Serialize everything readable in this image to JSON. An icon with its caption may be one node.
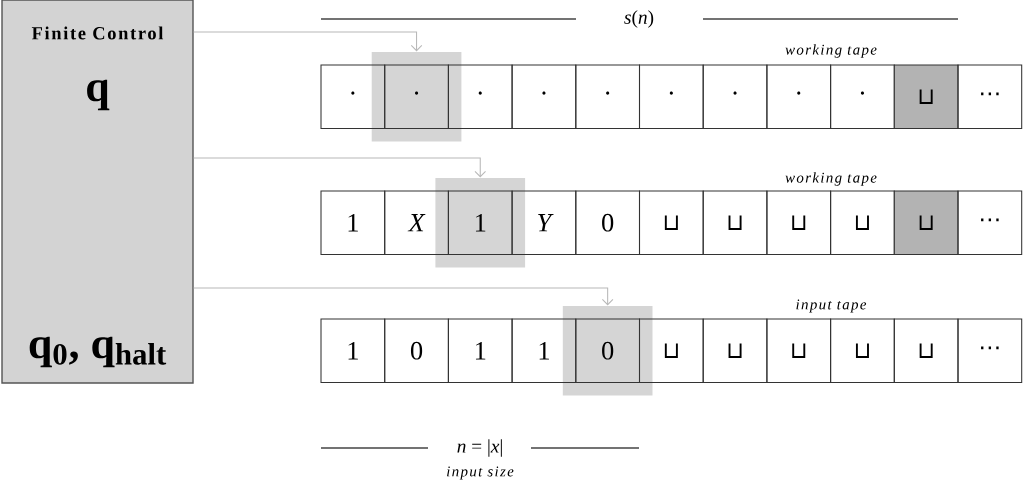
{
  "diagram": {
    "nodes": [
      {
        "text": [
          "Finite Control",
          "q",
          "q$_{0}$, q$_{halt}$"
        ]
      },
      {
        "text": [
          "·"
        ]
      },
      {
        "text": [
          "·"
        ]
      },
      {
        "text": [
          "·"
        ]
      },
      {
        "text": [
          "·"
        ]
      },
      {
        "text": [
          "·"
        ]
      },
      {
        "text": [
          "·"
        ]
      },
      {
        "text": [
          "·"
        ]
      },
      {
        "text": [
          "·"
        ]
      },
      {
        "text": [
          "·"
        ]
      },
      {
        "text": [
          "⊔"
        ]
      },
      {
        "text": [
          "⋯"
        ]
      },
      {
        "text": [
          "1"
        ]
      },
      {
        "text": [
          "X"
        ]
      },
      {
        "text": [
          "1"
        ]
      },
      {
        "text": [
          "Y"
        ]
      },
      {
        "text": [
          "0"
        ]
      },
      {
        "text": [
          "⊔"
        ]
      },
      {
        "text": [
          "⊔"
        ]
      },
      {
        "text": [
          "⊔"
        ]
      },
      {
        "text": [
          "⊔"
        ]
      },
      {
        "text": [
          "⊔"
        ]
      },
      {
        "text": [
          "⋯"
        ]
      },
      {
        "text": [
          "1"
        ]
      },
      {
        "text": [
          "0"
        ]
      },
      {
        "text": [
          "1"
        ]
      },
      {
        "text": [
          "1"
        ]
      },
      {
        "text": [
          "0"
        ]
      },
      {
        "text": [
          "⊔"
        ]
      },
      {
        "text": [
          "⊔"
        ]
      },
      {
        "text": [
          "⊔"
        ]
      },
      {
        "text": [
          "⊔"
        ]
      },
      {
        "text": [
          "⊔"
        ]
      },
      {
        "text": [
          "⋯"
        ]
      }
    ],
    "edges": [
      {
        "from": 0,
        "to": 2,
        "arrow": "to"
      },
      {
        "from": 0,
        "to": 14,
        "arrow": "to"
      },
      {
        "from": 0,
        "to": 27,
        "arrow": "to"
      }
    ],
    "labels": [
      "*s*(*n*)",
      "working tape",
      "working tape",
      "input tape",
      "*n* = |*x*|",
      "input size"
    ]
  }
}
